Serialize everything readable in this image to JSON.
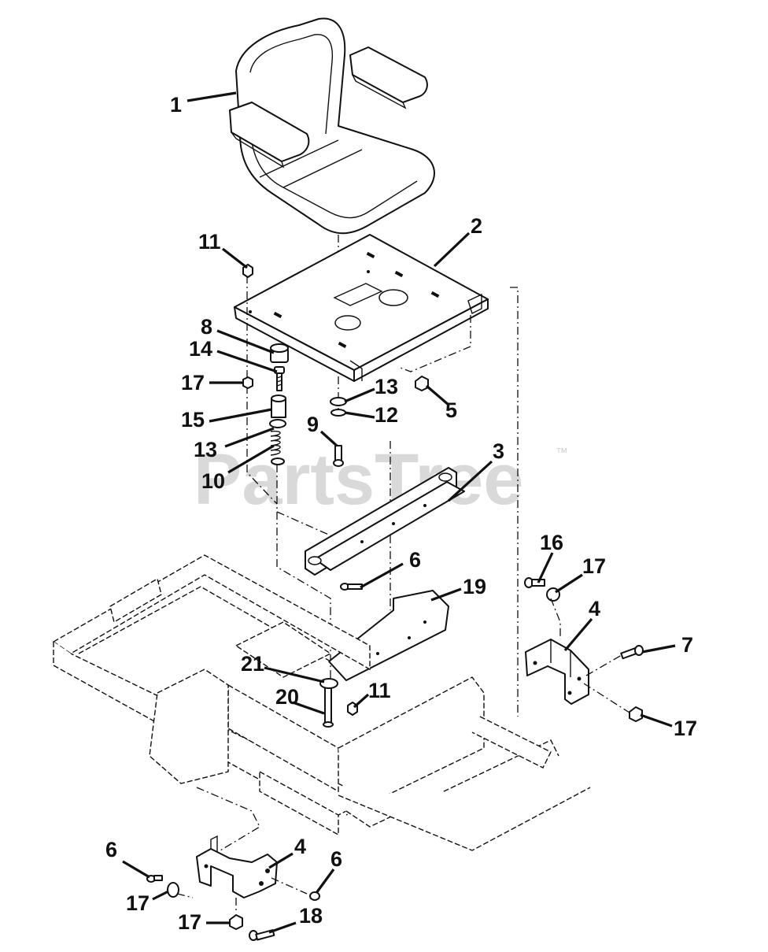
{
  "watermark": {
    "text": "PartsTree",
    "trademark": "™"
  },
  "callouts": [
    {
      "id": "c-1",
      "label": "1"
    },
    {
      "id": "c-2",
      "label": "2"
    },
    {
      "id": "c-11a",
      "label": "11"
    },
    {
      "id": "c-8",
      "label": "8"
    },
    {
      "id": "c-14",
      "label": "14"
    },
    {
      "id": "c-17a",
      "label": "17"
    },
    {
      "id": "c-15",
      "label": "15"
    },
    {
      "id": "c-13a",
      "label": "13"
    },
    {
      "id": "c-10",
      "label": "10"
    },
    {
      "id": "c-13b",
      "label": "13"
    },
    {
      "id": "c-12",
      "label": "12"
    },
    {
      "id": "c-9",
      "label": "9"
    },
    {
      "id": "c-5",
      "label": "5"
    },
    {
      "id": "c-3",
      "label": "3"
    },
    {
      "id": "c-6a",
      "label": "6"
    },
    {
      "id": "c-19",
      "label": "19"
    },
    {
      "id": "c-16",
      "label": "16"
    },
    {
      "id": "c-17b",
      "label": "17"
    },
    {
      "id": "c-4a",
      "label": "4"
    },
    {
      "id": "c-7",
      "label": "7"
    },
    {
      "id": "c-17c",
      "label": "17"
    },
    {
      "id": "c-21",
      "label": "21"
    },
    {
      "id": "c-20",
      "label": "20"
    },
    {
      "id": "c-11b",
      "label": "11"
    },
    {
      "id": "c-6b",
      "label": "6"
    },
    {
      "id": "c-4b",
      "label": "4"
    },
    {
      "id": "c-6c",
      "label": "6"
    },
    {
      "id": "c-17d",
      "label": "17"
    },
    {
      "id": "c-17e",
      "label": "17"
    },
    {
      "id": "c-18",
      "label": "18"
    }
  ]
}
